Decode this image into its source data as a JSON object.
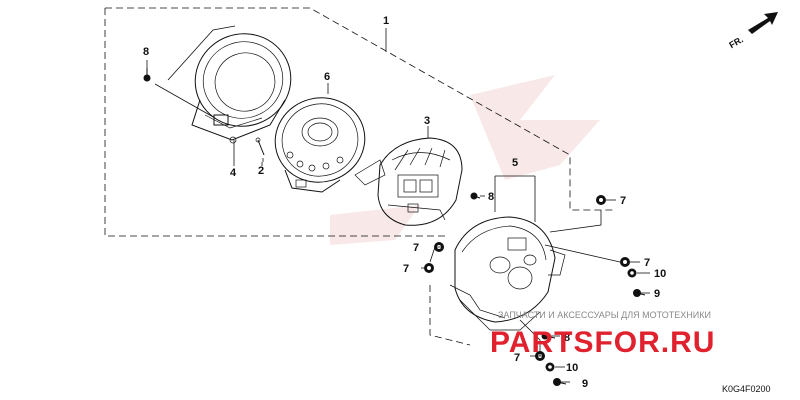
{
  "diagram": {
    "callouts": {
      "c1": "1",
      "c2": "2",
      "c3": "3",
      "c4": "4",
      "c5": "5",
      "c6": "6",
      "c7a": "7",
      "c7b": "7",
      "c7c": "7",
      "c7d": "7",
      "c7e": "7",
      "c8a": "8",
      "c8b": "8",
      "c8c": "8",
      "c9a": "9",
      "c9b": "9",
      "c10a": "10",
      "c10b": "10"
    },
    "direction_label": "FR.",
    "diagram_code": "K0G4F0200"
  },
  "watermark": {
    "tagline": "ЗАПЧАСТИ И АКСЕССУАРЫ ДЛЯ МОТОТЕХНИКИ",
    "brand": "PARTSFOR.RU"
  },
  "colors": {
    "line": "#111111",
    "brand": "#e0212e",
    "watermark_gray": "#8a8a8a",
    "wing": "#f3d6d6"
  }
}
